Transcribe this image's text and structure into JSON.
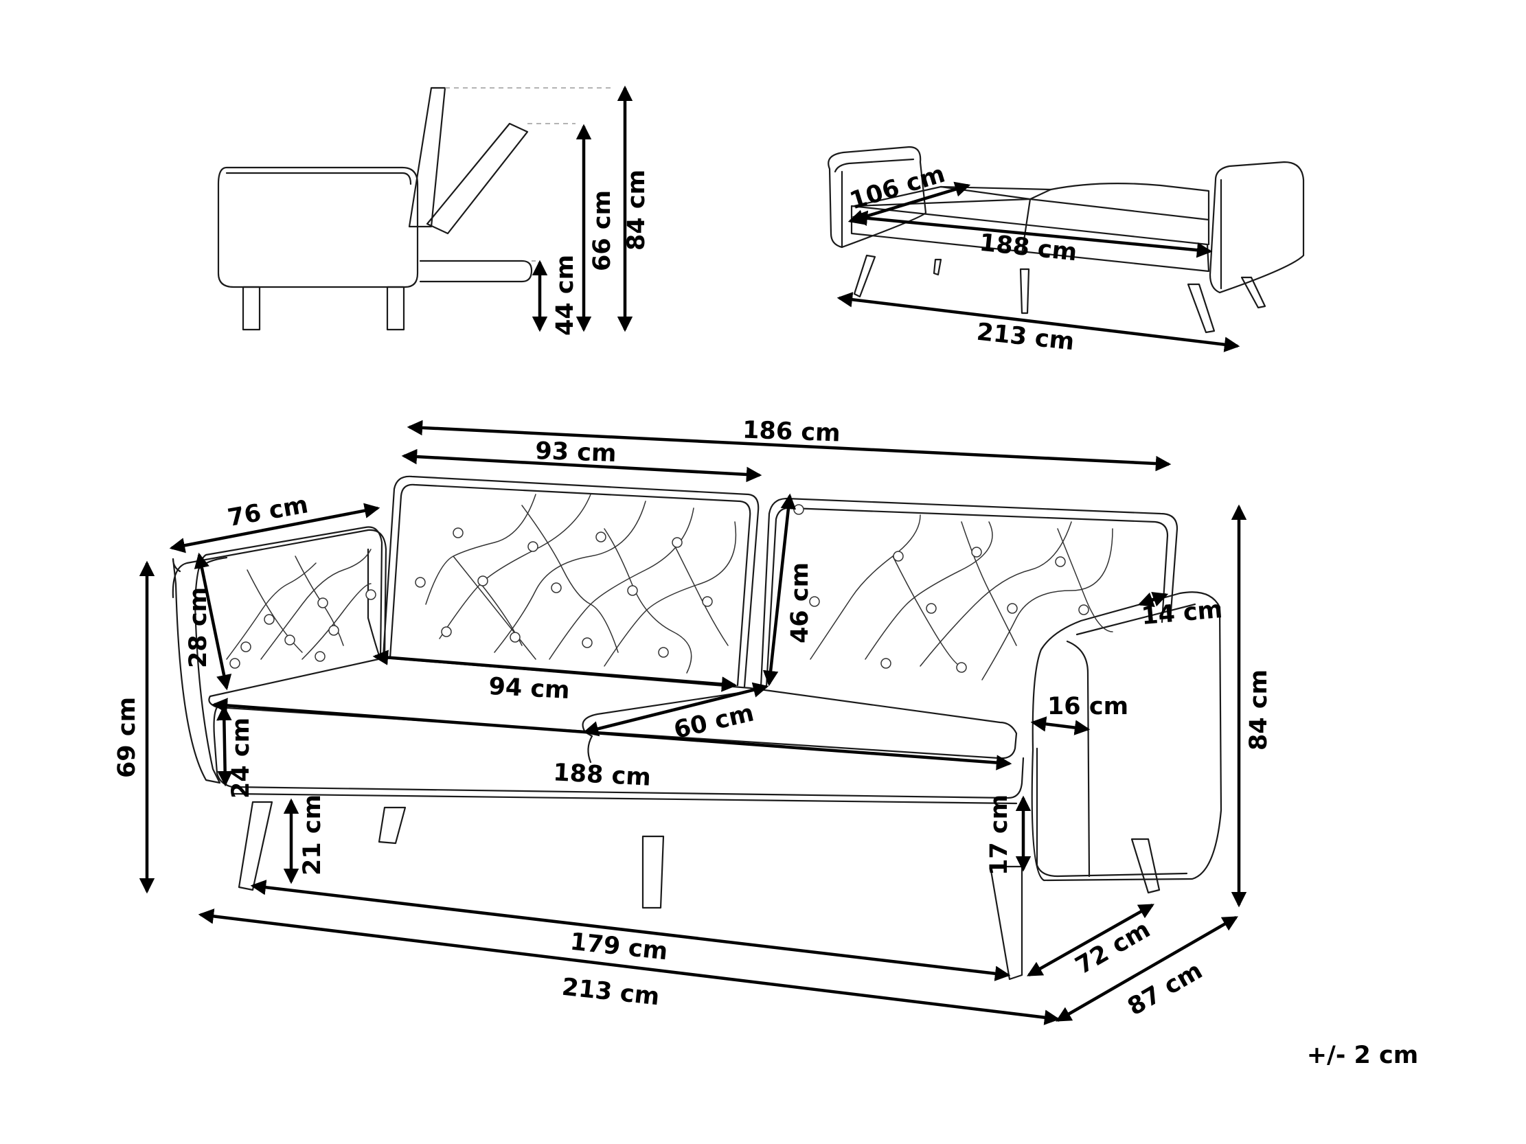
{
  "dimensions": {
    "side_seat_height": "44 cm",
    "side_back_height": "66 cm",
    "side_total_height": "84 cm",
    "bed_depth": "106 cm",
    "bed_length": "188 cm",
    "bed_total_width": "213 cm",
    "backrest_width_total": "186 cm",
    "backrest_width_single": "93 cm",
    "arm_depth": "76 cm",
    "arm_inner_height": "28 cm",
    "total_height_left": "69 cm",
    "seat_width_half": "94 cm",
    "seat_depth": "60 cm",
    "backrest_height": "46 cm",
    "arm_top_width": "14 cm",
    "arm_width": "16 cm",
    "seat_thickness": "24 cm",
    "seat_length": "188 cm",
    "leg_height_left": "21 cm",
    "leg_height_right": "17 cm",
    "leg_span": "179 cm",
    "total_width": "213 cm",
    "total_height_right": "84 cm",
    "leg_depth": "72 cm",
    "total_depth": "87 cm"
  },
  "tolerance": "+/- 2 cm"
}
